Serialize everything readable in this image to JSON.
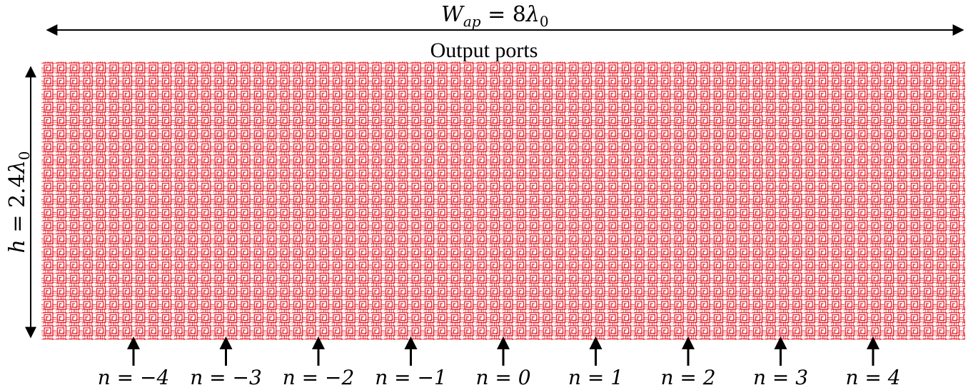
{
  "width_label": {
    "symbol": "W",
    "subscript": "ap",
    "relation": " = 8",
    "lambda": "λ",
    "lambda_sub": "0"
  },
  "output_label": "Output ports",
  "height_label": {
    "symbol": "h",
    "relation": " = 2.4",
    "lambda": "λ",
    "lambda_sub": "0"
  },
  "ports": [
    {
      "label": "n = −4"
    },
    {
      "label": "n = −3"
    },
    {
      "label": "n = −2"
    },
    {
      "label": "n = −1"
    },
    {
      "label": "n = 0"
    },
    {
      "label": "n = 1"
    },
    {
      "label": "n = 2"
    },
    {
      "label": "n = 3"
    },
    {
      "label": "n = 4"
    }
  ],
  "colors": {
    "pattern": "#e8202a",
    "pattern_light": "#f4a4a6",
    "arrow": "#000000"
  }
}
